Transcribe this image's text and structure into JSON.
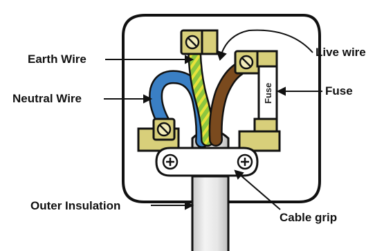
{
  "labels": {
    "earth_wire": "Earth Wire",
    "live_wire": "Live wire",
    "neutral_wire": "Neutral Wire",
    "fuse": "Fuse",
    "outer_insulation": "Outer Insulation",
    "cable_grip": "Cable grip",
    "fuse_body_text": "Fuse"
  },
  "colors": {
    "earth_wire": "#8cc63f",
    "earth_stripe": "#e8e23a",
    "live_wire": "#7a4a1e",
    "neutral_wire": "#3a7fc4",
    "terminal_brass": "#d8cf7a",
    "outline": "#111111",
    "cable": "#eeeeee"
  }
}
